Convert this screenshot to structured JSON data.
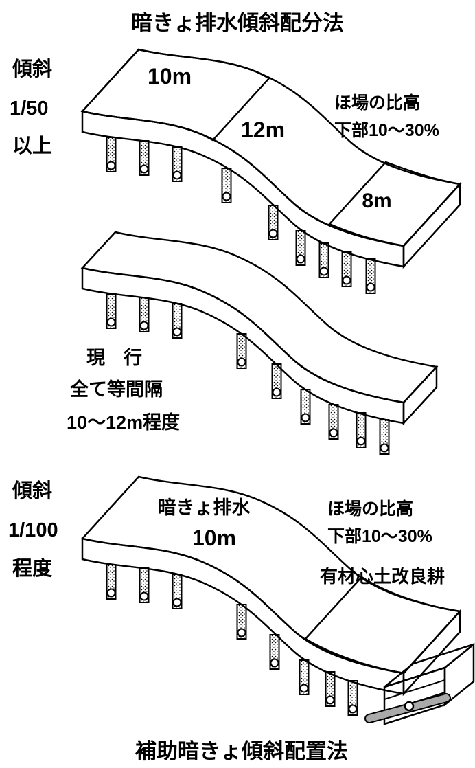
{
  "title": "暗きょ排水傾斜配分法",
  "caption": "補助暗きょ傾斜配置法",
  "colors": {
    "line": "#000000",
    "aux_pipe_gray": "#aaaaaa",
    "background": "#ffffff"
  },
  "top_diagram": {
    "slope_lines": [
      "傾斜",
      "1/50",
      "以上"
    ],
    "sections": [
      {
        "label": "10m"
      },
      {
        "label": "12m"
      },
      {
        "label": "8m"
      }
    ],
    "field_note": [
      "ほ場の比高",
      "下部10〜30%"
    ]
  },
  "middle_diagram": {
    "labels": [
      "現　行",
      "全て等間隔",
      "10〜12m程度"
    ]
  },
  "bottom_diagram": {
    "slope_lines": [
      "傾斜",
      "1/100",
      "程度"
    ],
    "surface_label": "暗きょ排水",
    "spacing_label": "10m",
    "field_note": [
      "ほ場の比高",
      "下部10〜30%"
    ],
    "subsoil_label": "有材心土改良耕"
  }
}
